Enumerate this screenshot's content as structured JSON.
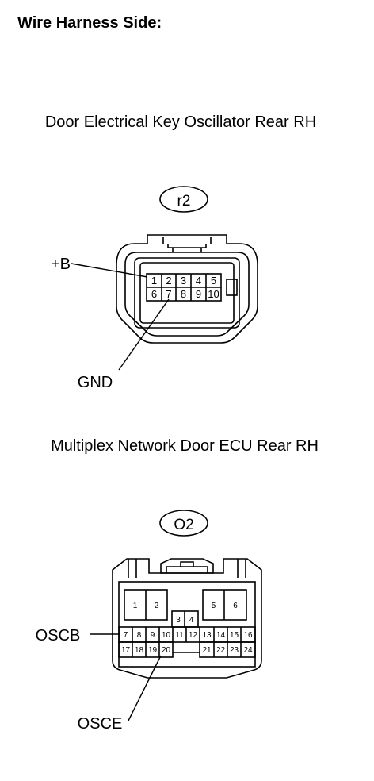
{
  "heading": "Wire Harness Side:",
  "connector1": {
    "title": "Door Electrical Key Oscillator Rear RH",
    "code": "r2",
    "pins_top": [
      "1",
      "2",
      "3",
      "4",
      "5"
    ],
    "pins_bottom": [
      "6",
      "7",
      "8",
      "9",
      "10"
    ],
    "labels": {
      "plus_b": "+B",
      "gnd": "GND"
    }
  },
  "connector2": {
    "title": "Multiplex Network Door ECU Rear RH",
    "code": "O2",
    "pins_large": [
      "1",
      "2",
      "5",
      "6"
    ],
    "pins_mid": [
      "3",
      "4"
    ],
    "pins_row1": [
      "7",
      "8",
      "9",
      "10",
      "11",
      "12",
      "13",
      "14",
      "15",
      "16"
    ],
    "pins_row2": [
      "17",
      "18",
      "19",
      "20",
      "21",
      "22",
      "23",
      "24"
    ],
    "labels": {
      "oscb": "OSCB",
      "osce": "OSCE"
    }
  }
}
